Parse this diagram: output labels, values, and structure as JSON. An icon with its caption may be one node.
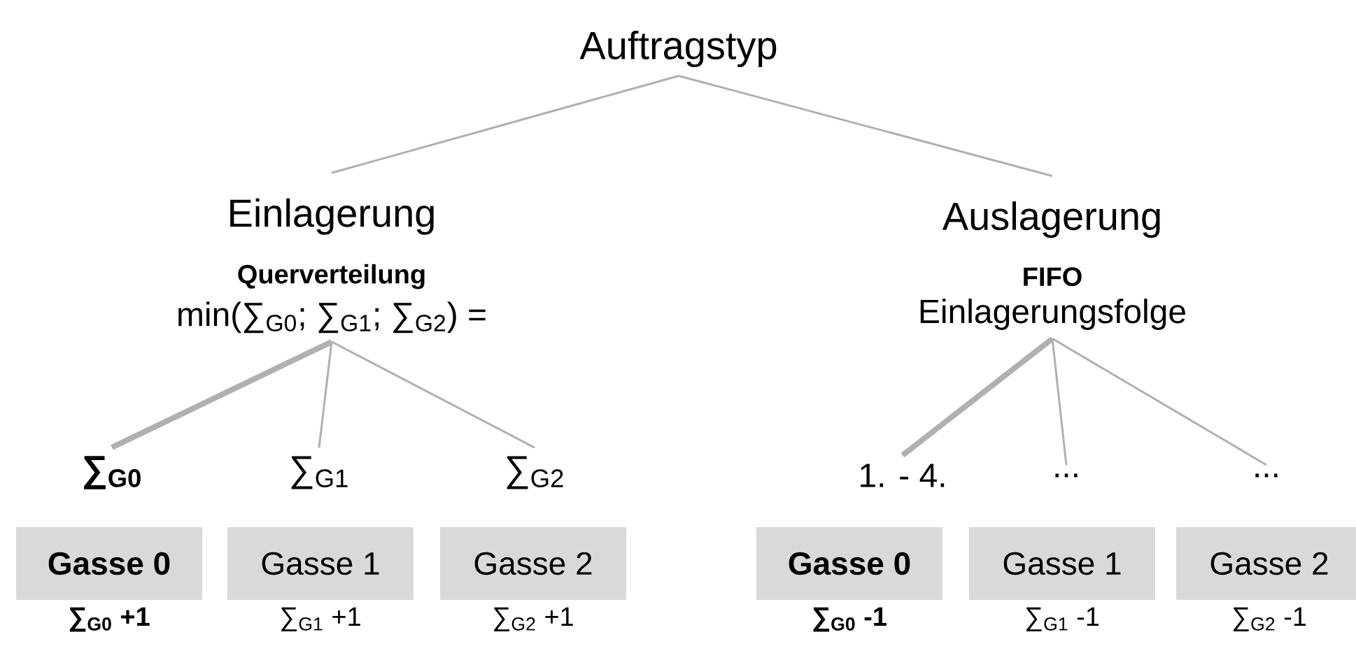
{
  "diagram": {
    "nodes": [
      {
        "text": [
          "Auftragstyp"
        ]
      },
      {
        "text": [
          "Einlagerung",
          "Querverteilung",
          "min(∑$_{G0}$; ∑$_{G1}$; ∑$_{G2}$) ="
        ]
      },
      {
        "text": [
          "Auslagerung",
          "FIFO",
          "Einlagerungsfolge"
        ]
      },
      {
        "text": [
          "∑$_{G0}$"
        ]
      },
      {
        "text": [
          "∑$_{G1}$"
        ]
      },
      {
        "text": [
          "∑$_{G2}$"
        ]
      },
      {
        "text": [
          "1. - 4."
        ]
      },
      {
        "text": [
          "..."
        ]
      },
      {
        "text": [
          "..."
        ]
      },
      {
        "text": [
          "Gasse 0"
        ],
        "beside": [
          "∑$_{G0}$ +1"
        ]
      },
      {
        "text": [
          "Gasse 1"
        ],
        "beside": [
          "∑$_{G1}$ +1"
        ]
      },
      {
        "text": [
          "Gasse 2"
        ],
        "beside": [
          "∑$_{G2}$ +1"
        ]
      },
      {
        "text": [
          "Gasse 0"
        ],
        "beside": [
          "∑$_{G0}$ -1"
        ]
      },
      {
        "text": [
          "Gasse 1"
        ],
        "beside": [
          "∑$_{G1}$ -1"
        ]
      },
      {
        "text": [
          "Gasse 2"
        ],
        "beside": [
          "∑$_{G2}$ -1"
        ]
      }
    ],
    "edges": [
      {
        "from": 0,
        "to": 1,
        "arrow": "none"
      },
      {
        "from": 0,
        "to": 2,
        "arrow": "none"
      },
      {
        "from": 1,
        "to": 3,
        "arrow": "none",
        "style": "thick"
      },
      {
        "from": 1,
        "to": 4,
        "arrow": "none"
      },
      {
        "from": 1,
        "to": 5,
        "arrow": "none"
      },
      {
        "from": 2,
        "to": 6,
        "arrow": "none",
        "style": "thick"
      },
      {
        "from": 2,
        "to": 7,
        "arrow": "none"
      },
      {
        "from": 2,
        "to": 8,
        "arrow": "none"
      }
    ]
  }
}
